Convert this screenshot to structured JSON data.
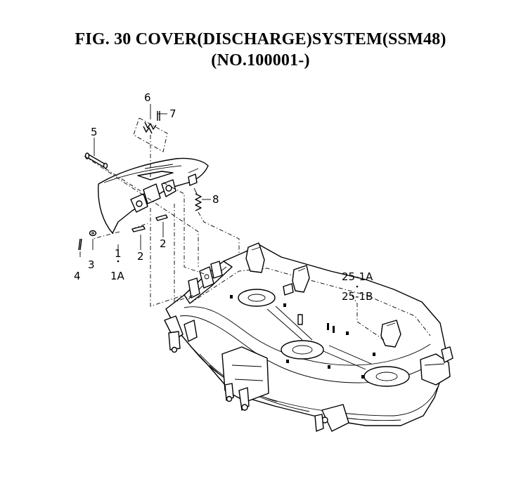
{
  "title": {
    "line1": "FIG. 30  COVER(DISCHARGE)SYSTEM(SSM48)",
    "line2": "(NO.100001-)"
  },
  "callouts": {
    "c1": "1",
    "c1a": "1A",
    "c2a": "2",
    "c2b": "2",
    "c3": "3",
    "c4": "4",
    "c5": "5",
    "c6": "6",
    "c7": "7",
    "c8": "8",
    "c25a": "25-1A",
    "c25b": "25-1B"
  }
}
